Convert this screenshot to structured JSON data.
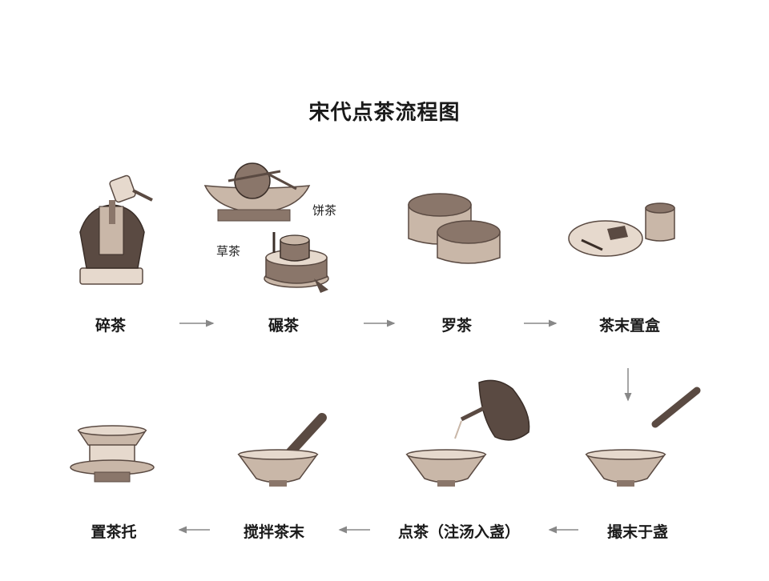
{
  "title": "宋代点茶流程图",
  "steps_row1": [
    {
      "label": "碎茶"
    },
    {
      "label": "碾茶"
    },
    {
      "label": "罗茶"
    },
    {
      "label": "茶末置盒"
    }
  ],
  "steps_row2": [
    {
      "label": "置茶托"
    },
    {
      "label": "搅拌茶末"
    },
    {
      "label": "点茶（注汤入盏）"
    },
    {
      "label": "撮末于盏"
    }
  ],
  "annotations": {
    "bing_cha": "饼茶",
    "cao_cha": "草茶"
  },
  "colors": {
    "ink": "#1a1a1a",
    "arrow": "#888888",
    "clay_dark": "#5a4a42",
    "clay_mid": "#8a766a",
    "clay_light": "#c9b7a8",
    "clay_pale": "#e6d9cd"
  }
}
